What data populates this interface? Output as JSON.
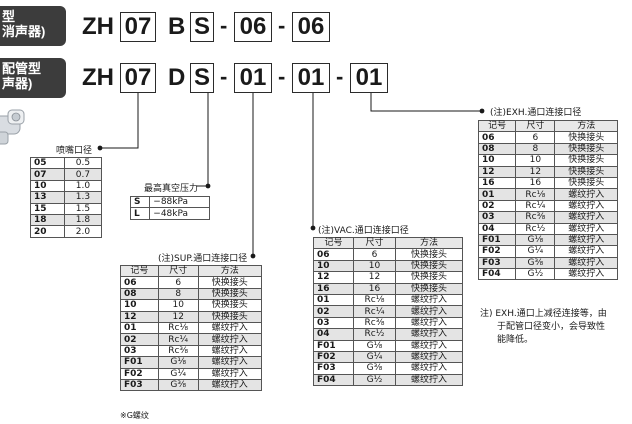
{
  "left_labels": [
    {
      "line1": "型",
      "line2": "消声器)"
    },
    {
      "line1": "配管型",
      "line2": "声器)"
    }
  ],
  "row1": {
    "prefix": "ZH",
    "nozzle": "07",
    "type": "B",
    "sup": "S",
    "dash1": "-",
    "a": "06",
    "dash2": "-",
    "b": "06"
  },
  "row2": {
    "prefix": "ZH",
    "nozzle": "07",
    "type": "D",
    "sup": "S",
    "dash1": "-",
    "a": "01",
    "dash2": "-",
    "b": "01",
    "dash3": "-",
    "c": "01"
  },
  "nozzle_table": {
    "caption": "喷嘴口径",
    "rows": [
      [
        "05",
        "0.5"
      ],
      [
        "07",
        "0.7"
      ],
      [
        "10",
        "1.0"
      ],
      [
        "13",
        "1.3"
      ],
      [
        "15",
        "1.5"
      ],
      [
        "18",
        "1.8"
      ],
      [
        "20",
        "2.0"
      ]
    ]
  },
  "vacuum_table": {
    "caption": "最高真空压力",
    "rows": [
      [
        "S",
        "−88kPa"
      ],
      [
        "L",
        "−48kPa"
      ]
    ]
  },
  "sup_table": {
    "caption": "(注)SUP.通口连接口径",
    "headers": [
      "记号",
      "尺寸",
      "方法"
    ],
    "rows": [
      [
        "06",
        "6",
        "快换接头"
      ],
      [
        "08",
        "8",
        "快换接头"
      ],
      [
        "10",
        "10",
        "快换接头"
      ],
      [
        "12",
        "12",
        "快换接头"
      ],
      [
        "01",
        "Rc⅛",
        "螺纹拧入"
      ],
      [
        "02",
        "Rc¼",
        "螺纹拧入"
      ],
      [
        "03",
        "Rc⅜",
        "螺纹拧入"
      ],
      [
        "F01",
        "G⅛",
        "螺纹拧入"
      ],
      [
        "F02",
        "G¼",
        "螺纹拧入"
      ],
      [
        "F03",
        "G⅜",
        "螺纹拧入"
      ]
    ],
    "note": "※G螺纹"
  },
  "vac_table": {
    "caption": "(注)VAC.通口连接口径",
    "headers": [
      "记号",
      "尺寸",
      "方法"
    ],
    "rows": [
      [
        "06",
        "6",
        "快换接头"
      ],
      [
        "10",
        "10",
        "快换接头"
      ],
      [
        "12",
        "12",
        "快换接头"
      ],
      [
        "16",
        "16",
        "快换接头"
      ],
      [
        "01",
        "Rc⅛",
        "螺纹拧入"
      ],
      [
        "02",
        "Rc¼",
        "螺纹拧入"
      ],
      [
        "03",
        "Rc⅜",
        "螺纹拧入"
      ],
      [
        "04",
        "Rc½",
        "螺纹拧入"
      ],
      [
        "F01",
        "G⅛",
        "螺纹拧入"
      ],
      [
        "F02",
        "G¼",
        "螺纹拧入"
      ],
      [
        "F03",
        "G⅜",
        "螺纹拧入"
      ],
      [
        "F04",
        "G½",
        "螺纹拧入"
      ]
    ]
  },
  "exh_table": {
    "caption": "(注)EXH.通口连接口径",
    "headers": [
      "记号",
      "尺寸",
      "方法"
    ],
    "rows": [
      [
        "06",
        "6",
        "快换接头"
      ],
      [
        "08",
        "8",
        "快换接头"
      ],
      [
        "10",
        "10",
        "快换接头"
      ],
      [
        "12",
        "12",
        "快换接头"
      ],
      [
        "16",
        "16",
        "快换接头"
      ],
      [
        "01",
        "Rc⅛",
        "螺纹拧入"
      ],
      [
        "02",
        "Rc¼",
        "螺纹拧入"
      ],
      [
        "03",
        "Rc⅜",
        "螺纹拧入"
      ],
      [
        "04",
        "Rc½",
        "螺纹拧入"
      ],
      [
        "F01",
        "G⅛",
        "螺纹拧入"
      ],
      [
        "F02",
        "G¼",
        "螺纹拧入"
      ],
      [
        "F03",
        "G⅜",
        "螺纹拧入"
      ],
      [
        "F04",
        "G½",
        "螺纹拧入"
      ]
    ],
    "note_lines": [
      "注) EXH.通口上减径连接等，由",
      "于配管口径变小，会导致性",
      "能降低。"
    ]
  }
}
